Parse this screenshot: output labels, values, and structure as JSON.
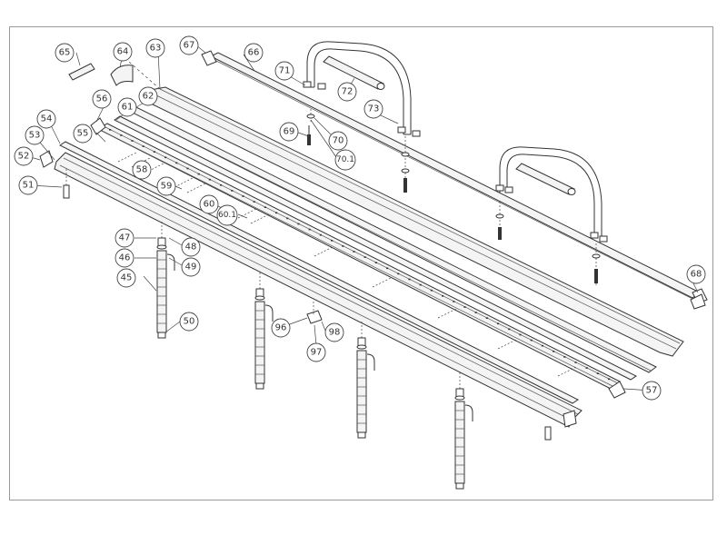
{
  "callouts": {
    "c45": "45",
    "c46": "46",
    "c47": "47",
    "c48": "48",
    "c49": "49",
    "c50": "50",
    "c51": "51",
    "c52": "52",
    "c53": "53",
    "c54": "54",
    "c55": "55",
    "c56": "56",
    "c57": "57",
    "c58": "58",
    "c59": "59",
    "c60": "60",
    "c601": "60.1",
    "c61": "61",
    "c62": "62",
    "c63": "63",
    "c64": "64",
    "c65": "65",
    "c66": "66",
    "c67": "67",
    "c68": "68",
    "c69": "69",
    "c70": "70",
    "c701": "70.1",
    "c71": "71",
    "c72": "72",
    "c73": "73",
    "c96": "96",
    "c97": "97",
    "c98": "98"
  },
  "colors": {
    "line": "#333333",
    "frame": "#9a9a9a",
    "background": "#ffffff"
  }
}
